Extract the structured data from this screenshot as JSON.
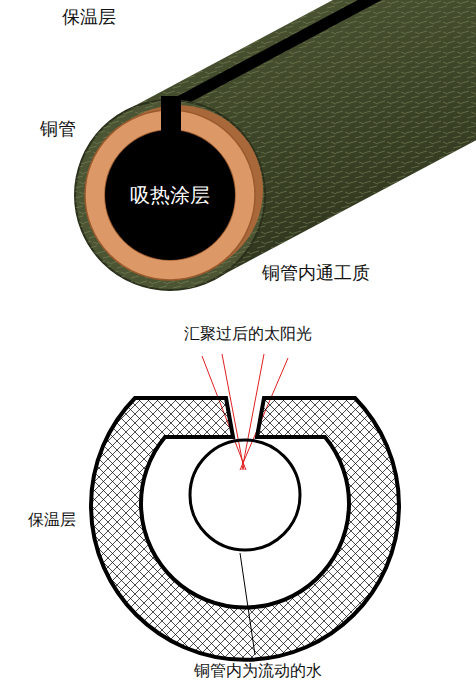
{
  "diagram": {
    "nodes": [
      {
        "text": [
          "吸热涂层"
        ]
      }
    ],
    "labels": [
      "保温层",
      "铜管",
      "铜管内通工质",
      "汇聚过后的太阳光",
      "保温层",
      "铜管内为流动的水"
    ]
  }
}
